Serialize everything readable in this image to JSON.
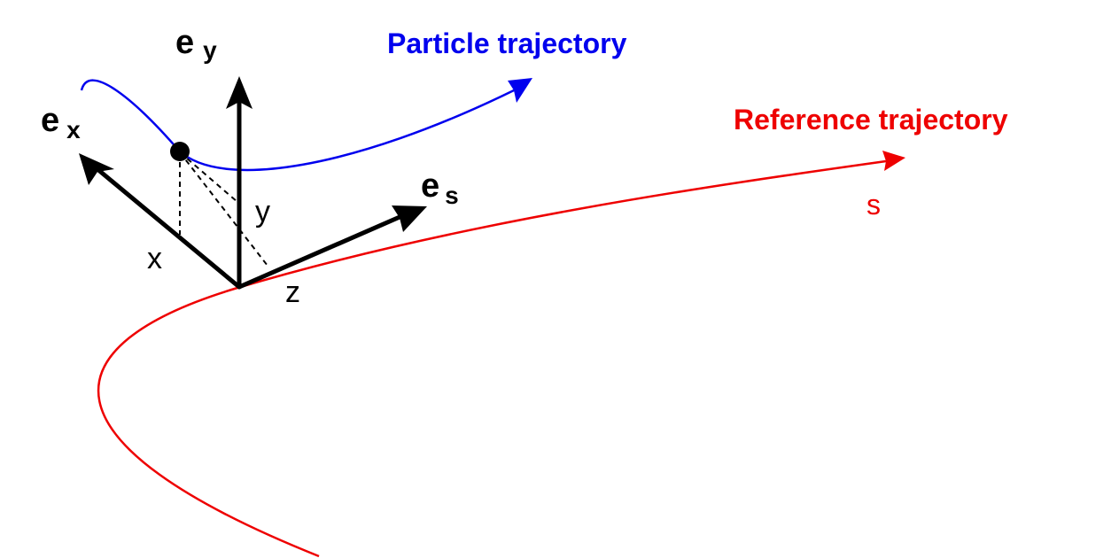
{
  "labels": {
    "particle_trajectory": "Particle trajectory",
    "reference_trajectory": "Reference trajectory",
    "s": "s",
    "ex_base": "e",
    "ex_sub": "x",
    "ey_base": "e",
    "ey_sub": "y",
    "es_base": "e",
    "es_sub": "s",
    "x": "x",
    "y": "y",
    "z": "z"
  },
  "colors": {
    "particle": "#0000ee",
    "reference": "#ee0000",
    "axes": "#000000"
  }
}
